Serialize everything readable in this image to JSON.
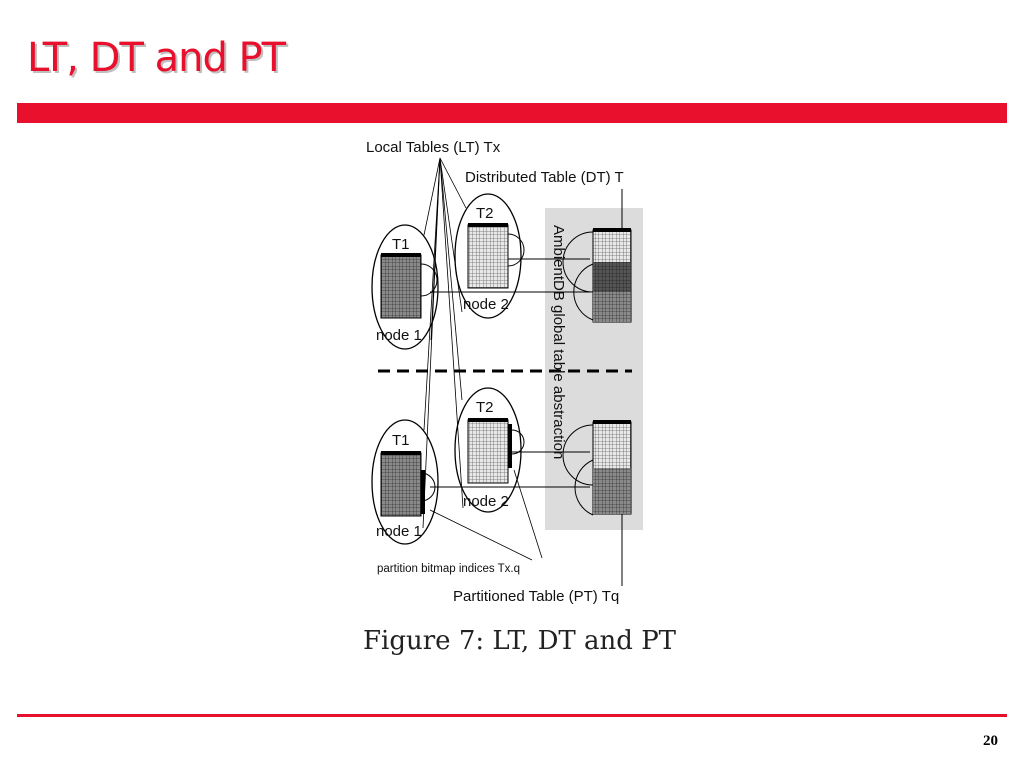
{
  "slide": {
    "title": "LT, DT and PT",
    "page_number": "20",
    "accent_color": "#e8102d"
  },
  "diagram": {
    "local_tables_label": "Local Tables (LT) Tx",
    "distributed_table_label": "Distributed Table (DT) T",
    "partitioned_table_label": "Partitioned Table (PT) Tq",
    "bitmap_label": "partition bitmap indices Tx.q",
    "global_abstraction_label": "AmbientDB global table abstraction",
    "nodes": [
      {
        "table": "T1",
        "node": "node 1"
      },
      {
        "table": "T2",
        "node": "node 2"
      },
      {
        "table": "T1",
        "node": "node 1"
      },
      {
        "table": "T2",
        "node": "node 2"
      }
    ]
  },
  "caption": {
    "text": "Figure 7: LT, DT and PT"
  }
}
